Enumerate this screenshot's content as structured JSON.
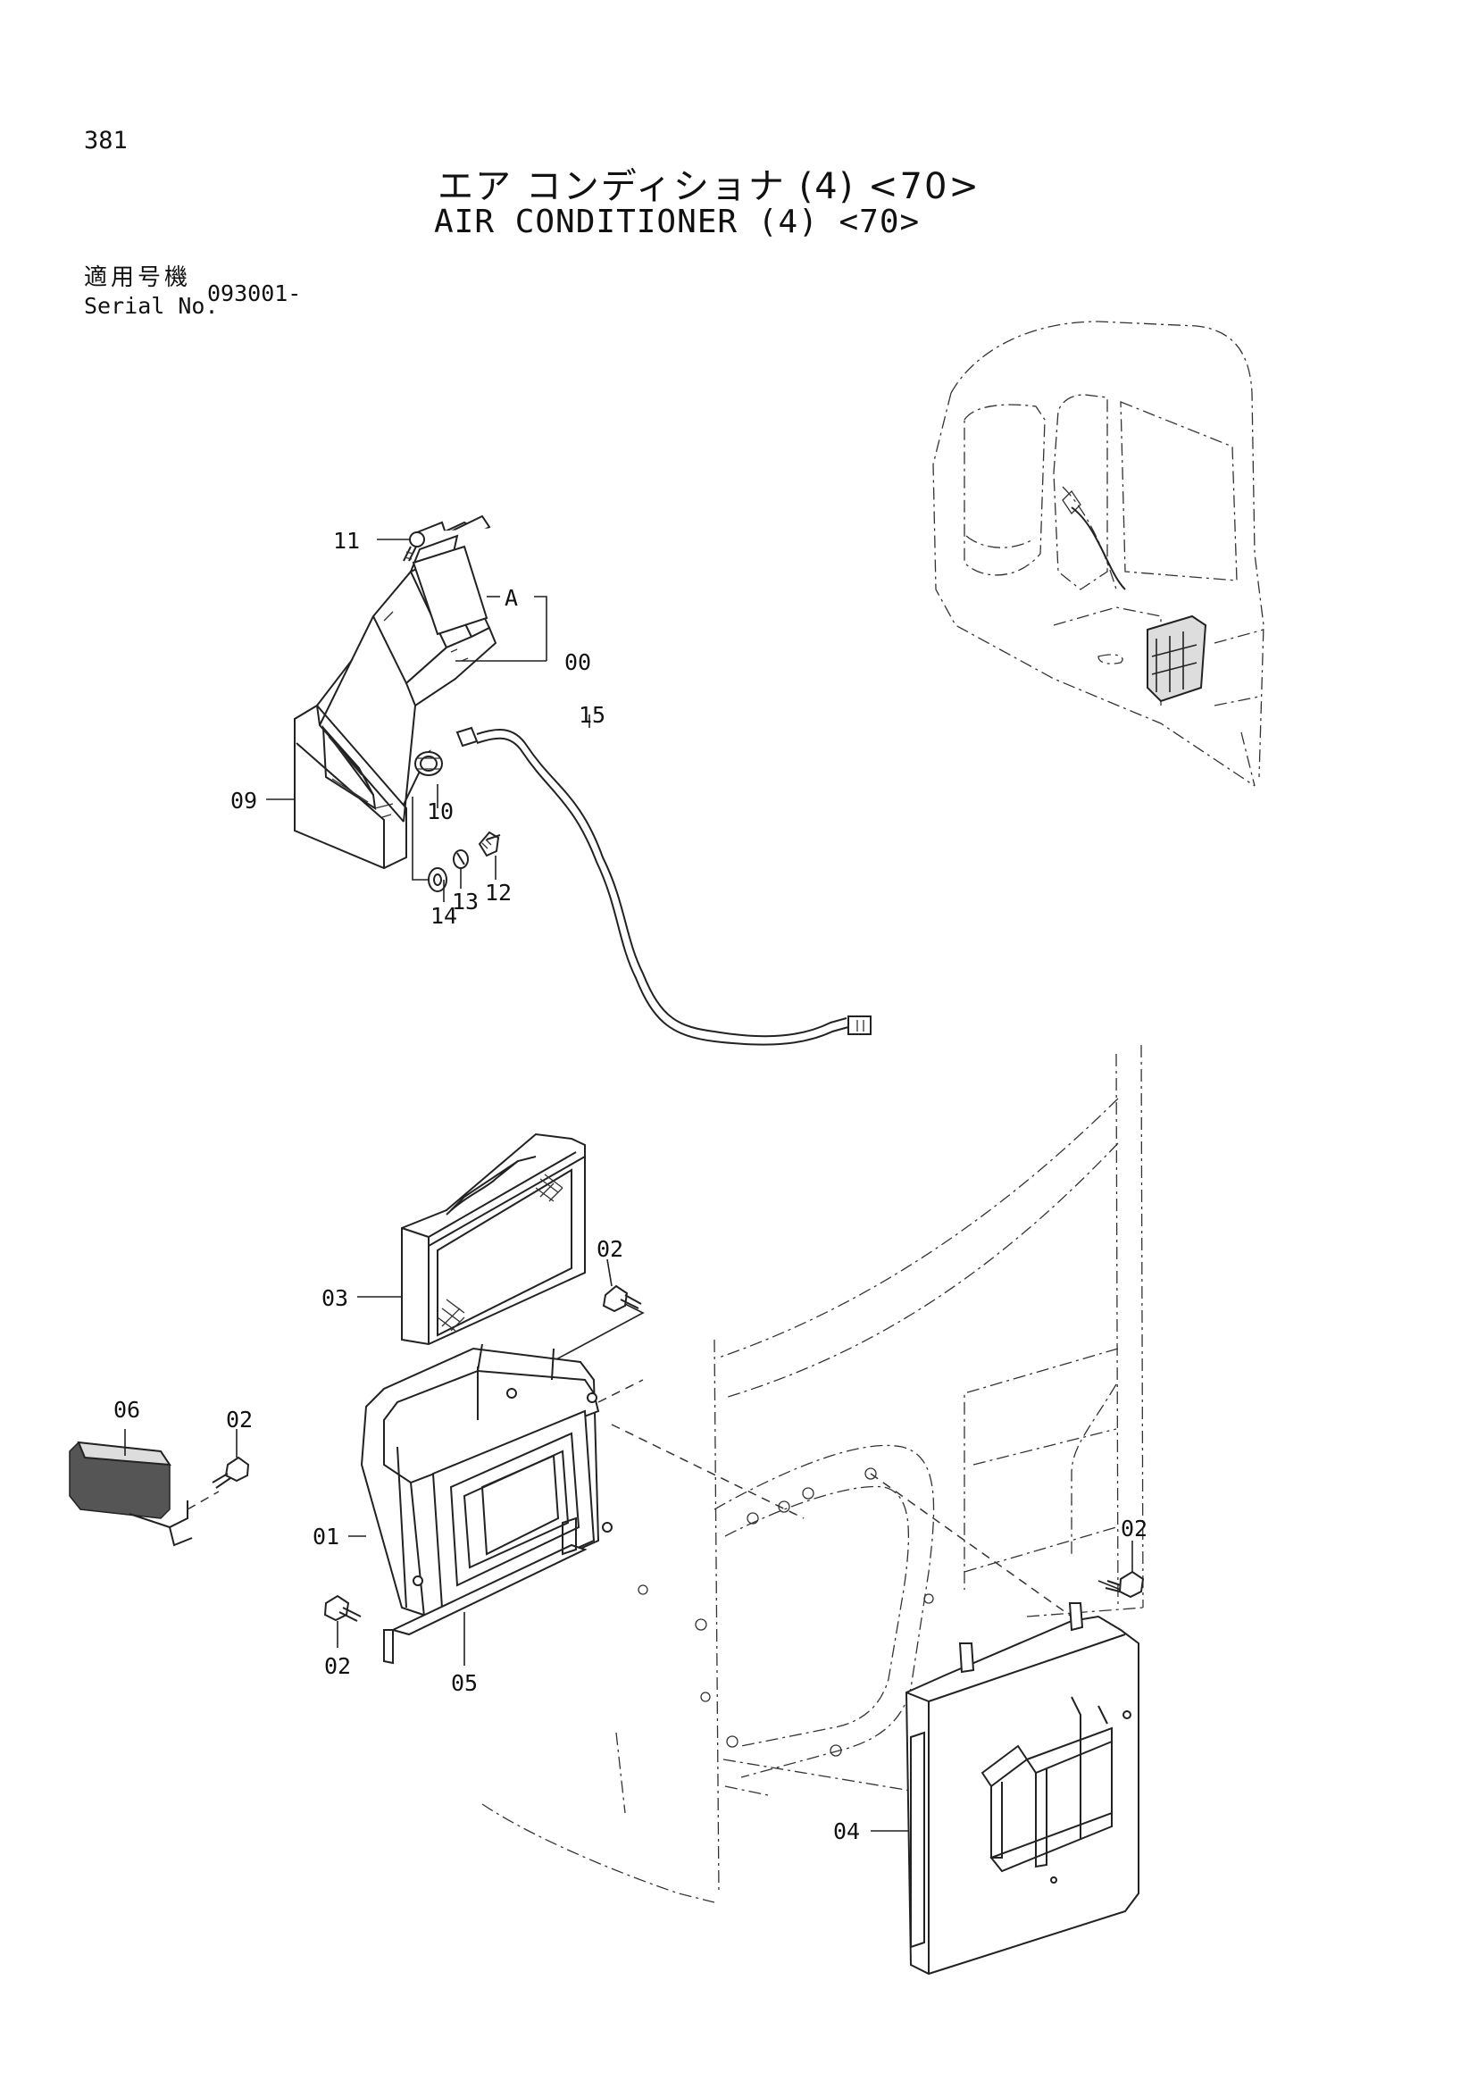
{
  "page_number": "381",
  "title_ja": "エア コンディショナ (4) <70>",
  "title_en": "AIR CONDITIONER (4) <70>",
  "serial": {
    "label_ja": "適用号機",
    "label_en": "Serial No.",
    "value": "093001-"
  },
  "callouts": {
    "p11": "11",
    "pA": "A",
    "p00": "00",
    "p15": "15",
    "p09": "09",
    "p10": "10",
    "p14": "14",
    "p13": "13",
    "p12": "12",
    "p02a": "02",
    "p03": "03",
    "p06": "06",
    "p02b": "02",
    "p01": "01",
    "p02c": "02",
    "p05": "05",
    "p02d": "02",
    "p04": "04"
  }
}
